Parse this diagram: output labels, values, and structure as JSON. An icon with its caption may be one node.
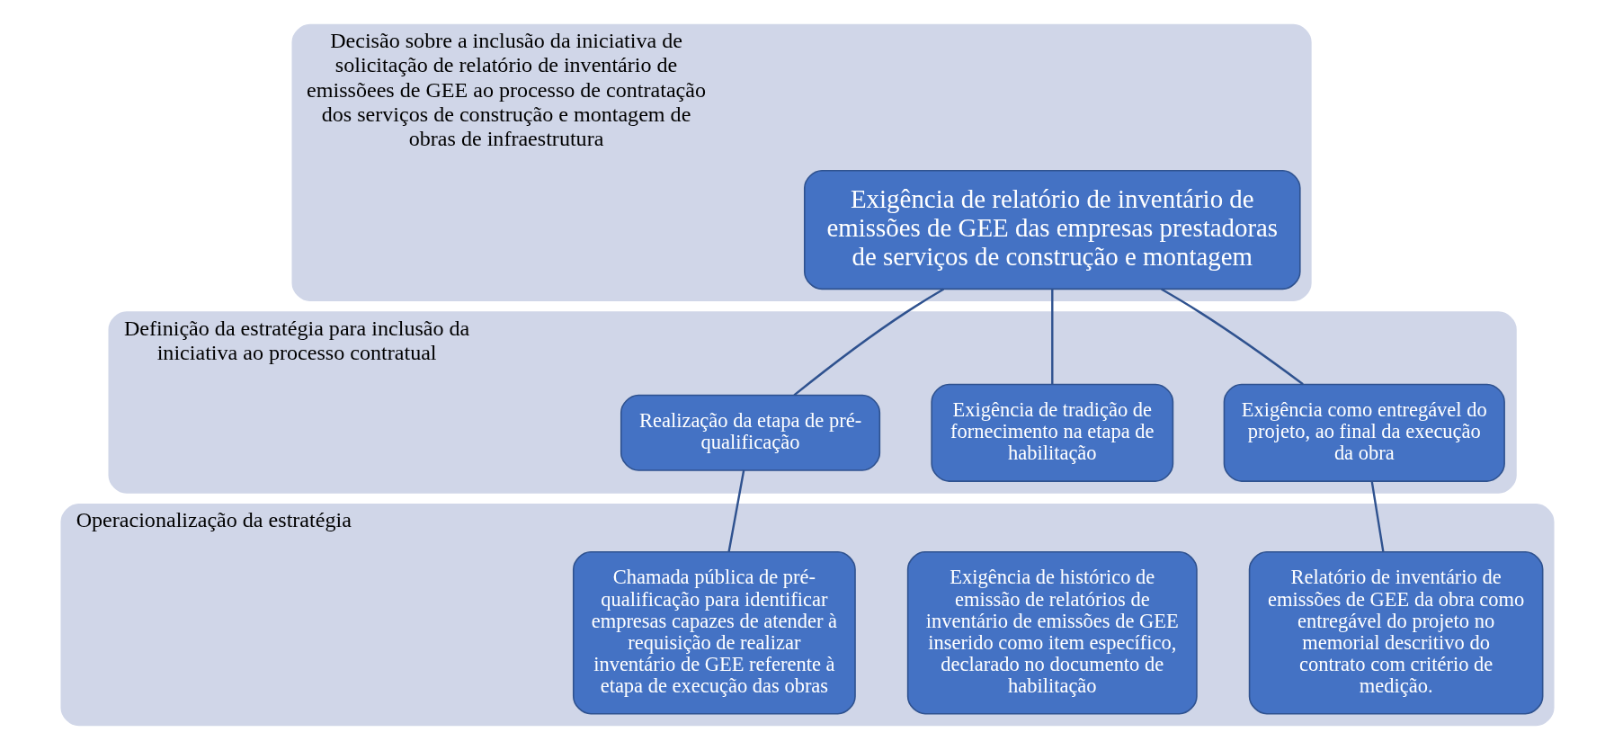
{
  "diagram": {
    "nodes": [
      {
        "text": [
          "Decisão sobre a inclusão da iniciativa de solicitação de relatório de inventário de emissõees de GEE ao processo de contratação dos serviços de construção e montagem de obras de infraestrutura"
        ]
      },
      {
        "text": [
          "Exigência de relatório de inventário de emissões de GEE das empresas prestadoras de serviços de construção e montagem"
        ],
        "in": 0
      },
      {
        "text": [
          "Definição da estratégia para inclusão da iniciativa ao processo contratual"
        ]
      },
      {
        "text": [
          "Realização da etapa de pré-qualificação"
        ],
        "in": 2
      },
      {
        "text": [
          "Exigência de tradição de fornecimento na etapa de habilitação"
        ],
        "in": 2
      },
      {
        "text": [
          "Exigência como entregável do projeto, ao final da execução da obra"
        ],
        "in": 2
      },
      {
        "text": [
          "Operacionalização da estratégia"
        ]
      },
      {
        "text": [
          "Chamada pública de pré-qualificação para identificar empresas capazes de atender à requisição de realizar inventário de GEE referente à etapa de execução das obras"
        ],
        "in": 6
      },
      {
        "text": [
          "Exigência de histórico de emissão de relatórios de inventário de emissões de GEE inserido como item específico, declarado no documento de habilitação"
        ],
        "in": 6
      },
      {
        "text": [
          "Relatório de inventário de emissões de GEE da obra como entregável do projeto no memorial descritivo do contrato com critério de medição."
        ],
        "in": 6
      }
    ],
    "edges": [
      {
        "from": 1,
        "to": 3,
        "arrow": "none"
      },
      {
        "from": 1,
        "to": 4,
        "arrow": "none"
      },
      {
        "from": 1,
        "to": 5,
        "arrow": "none"
      },
      {
        "from": 3,
        "to": 7,
        "arrow": "none"
      },
      {
        "from": 5,
        "to": 9,
        "arrow": "none"
      }
    ]
  }
}
